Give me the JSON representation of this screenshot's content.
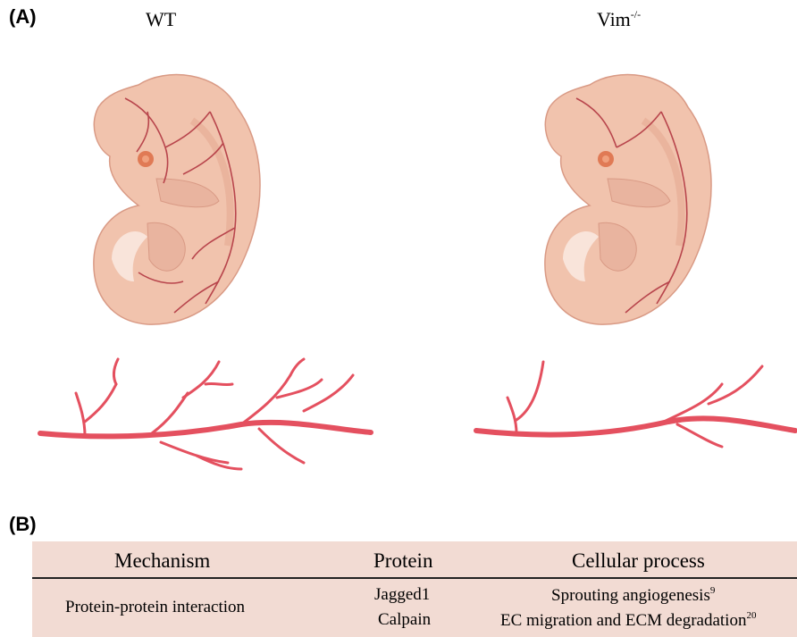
{
  "panel_a": {
    "label": "(A)",
    "left_title": "WT",
    "right_title_base": "Vim",
    "right_title_sup": "-/-"
  },
  "panel_b": {
    "label": "(B)",
    "headers": {
      "mechanism": "Mechanism",
      "protein": "Protein",
      "process": "Cellular process"
    },
    "row": {
      "mechanism": "Protein-protein interaction",
      "proteins": [
        "Jagged1",
        "Calpain"
      ],
      "processes": [
        {
          "text": "Sprouting angiogenesis",
          "ref": "9"
        },
        {
          "text": "EC migration and ECM degradation",
          "ref": "20"
        }
      ]
    }
  },
  "colors": {
    "embryo_fill": "#f1c3ad",
    "embryo_shade": "#e3a58e",
    "vessel": "#e4505f",
    "eye": "#e07a55",
    "table_bg": "#f2dbd3"
  }
}
